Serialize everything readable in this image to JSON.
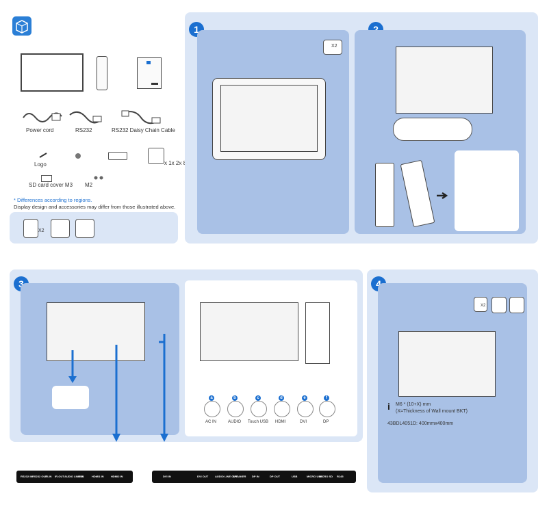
{
  "packing": {
    "items": [
      "Power cord",
      "RS232",
      "RS232 Daisy Chain Cable"
    ],
    "logo": "Logo",
    "screws_qty": "x 1x 2x 8",
    "sd_card": "SD card cover M3",
    "m2": "M2",
    "note_regions": "* Differences according to regions.",
    "note_design": "Display design and accessories may differ from those illustrated above.",
    "x2": "X2"
  },
  "steps": {
    "s1": "1",
    "s2": "2",
    "s3": "3",
    "s4": "4"
  },
  "step1": {
    "x2": "X2"
  },
  "step4": {
    "x2": "X2",
    "m6": "M6 * (10+X) mm",
    "m6_note": "(X=Thickness of  Wall mount BKT)",
    "model": "43BDL4051D: 400mmx400mm"
  },
  "connectors": {
    "letters": [
      "a",
      "b",
      "c",
      "d",
      "e",
      "f"
    ],
    "labels": [
      "AC IN",
      "AUDIO",
      "Touch USB",
      "HDMI",
      "DVI",
      "DP"
    ]
  },
  "panel_left": {
    "labels": [
      "RS232 IN",
      "RS232 OUT",
      "IR-IN",
      "IR-OUT",
      "AUDIO LINE IN",
      "USB",
      "HDMI1 IN",
      "HDMI2 IN"
    ]
  },
  "panel_right": {
    "labels": [
      "DVI IN",
      "DVI OUT",
      "AUDIO LINE OUT",
      "SPEAKER",
      "DP IN",
      "DP OUT",
      "USB",
      "MICRO USB",
      "MICRO SD",
      "RJ45"
    ]
  },
  "colors": {
    "accent": "#1b6fd0",
    "light": "#dbe6f6",
    "mid": "#a9c1e6"
  }
}
